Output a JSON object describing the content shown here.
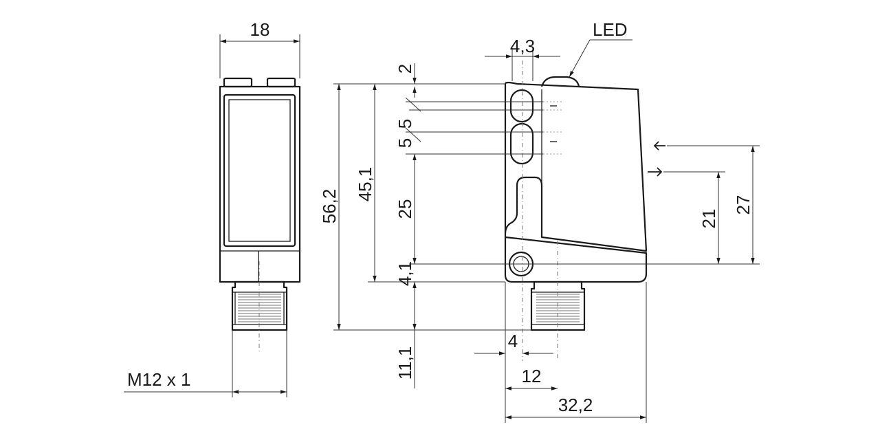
{
  "dimensions": {
    "width_front": "18",
    "led_offset": "4,3",
    "led_label": "LED",
    "top_step": "2",
    "spacing_a": "5",
    "spacing_b": "5",
    "total_height": "56,2",
    "body_height": "45,1",
    "mid_height": "25",
    "lower_step": "4,1",
    "connector_height": "11,1",
    "connector_offset": "4",
    "connector_width": "12",
    "total_depth": "32,2",
    "optic_height_1": "21",
    "optic_height_2": "27",
    "thread": "M12 x 1"
  }
}
